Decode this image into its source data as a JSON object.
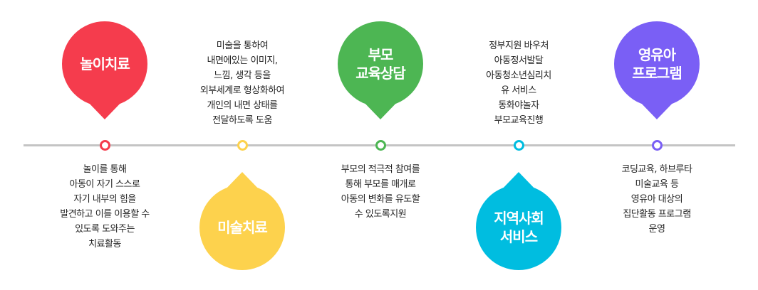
{
  "items": [
    {
      "title": [
        "놀이치료"
      ],
      "color": "#f53c4d",
      "position": "top",
      "desc": [
        "놀이를 통해",
        "아동이 자기 스스로",
        "자기 내부의 힘을",
        "발견하고 이를 이용할 수",
        "있도록 도와주는",
        "치료활동"
      ]
    },
    {
      "title": [
        "미술치료"
      ],
      "color": "#fdd24d",
      "position": "bottom",
      "desc": [
        "미술을 통하여",
        "내면에있는 이미지,",
        "느낌, 생각 등을",
        "외부세계로 형상화하여",
        "개인의 내면 상태를",
        "전달하도록 도움"
      ]
    },
    {
      "title": [
        "부모",
        "교육상담"
      ],
      "color": "#4db653",
      "position": "top",
      "desc": [
        "부모의 적극적 참여를",
        "통해 부모를 매개로",
        "아동의 변화를 유도할",
        "수 있도록지원"
      ]
    },
    {
      "title": [
        "지역사회",
        "서비스"
      ],
      "color": "#00bde0",
      "position": "bottom",
      "desc": [
        "정부지원 바우처",
        "아동정서발달",
        "아동청소년심리치",
        "유 서비스",
        "동화야놀자",
        "부모교육진행"
      ]
    },
    {
      "title": [
        "영유아",
        "프로그램"
      ],
      "color": "#7a5ff5",
      "position": "top",
      "desc": [
        "코딩교육, 하브루타",
        "미술교육 등",
        "영유아 대상의",
        "집단활동 프로그램",
        "운영"
      ]
    }
  ]
}
